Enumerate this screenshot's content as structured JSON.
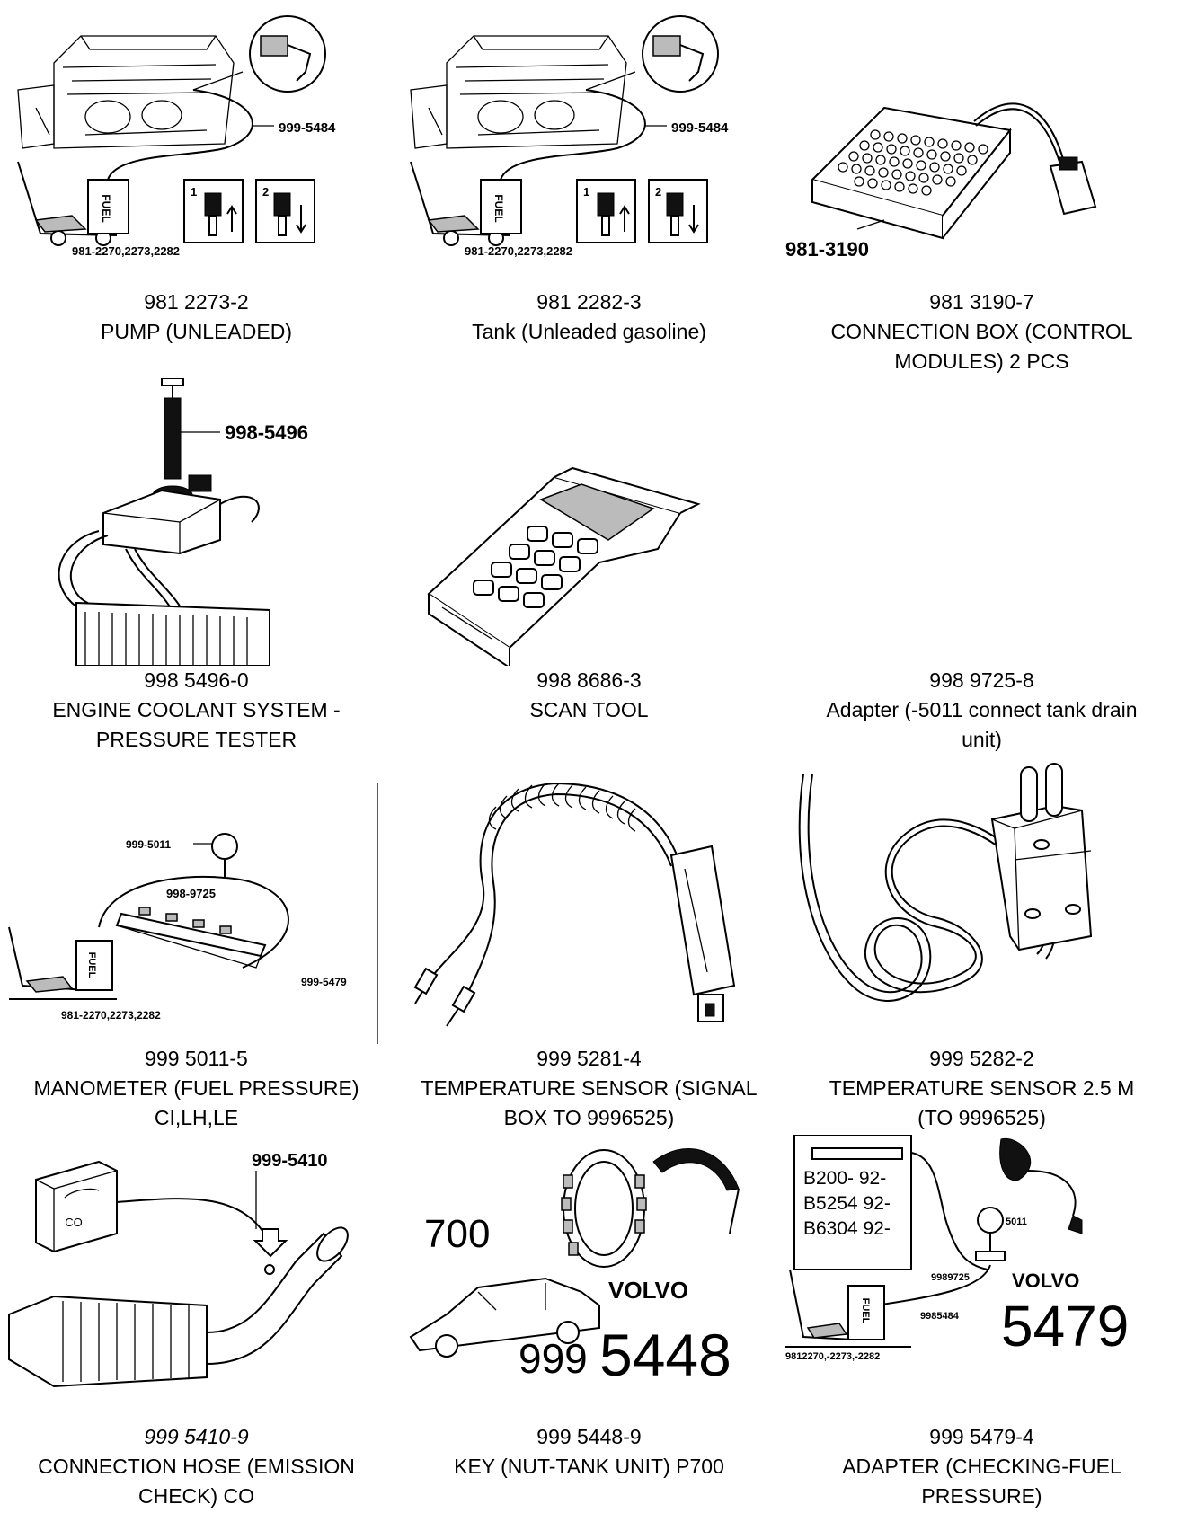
{
  "items": [
    {
      "part_number": "981 2273-2",
      "desc_lines": [
        "PUMP (UNLEADED)"
      ],
      "labels": {
        "hose": "999-5484",
        "base": "981-2270,2273,2282",
        "can": "FUEL",
        "step1": "1",
        "step2": "2"
      }
    },
    {
      "part_number": "981 2282-3",
      "desc_lines": [
        "Tank (Unleaded gasoline)"
      ],
      "labels": {
        "hose": "999-5484",
        "base": "981-2270,2273,2282",
        "can": "FUEL",
        "step1": "1",
        "step2": "2"
      }
    },
    {
      "part_number": "981 3190-7",
      "desc_lines": [
        "CONNECTION BOX (CONTROL",
        "MODULES) 2 PCS"
      ],
      "labels": {
        "box": "981-3190"
      }
    },
    {
      "part_number": "998 5496-0",
      "desc_lines": [
        "ENGINE COOLANT SYSTEM -",
        "PRESSURE TESTER"
      ],
      "labels": {
        "tester": "998-5496"
      }
    },
    {
      "part_number": "998 8686-3",
      "desc_lines": [
        "SCAN TOOL"
      ],
      "labels": {}
    },
    {
      "part_number": "998 9725-8",
      "desc_lines": [
        "Adapter (-5011 connect tank drain",
        "unit)"
      ],
      "labels": {}
    },
    {
      "part_number": "999 5011-5",
      "desc_lines": [
        "MANOMETER (FUEL PRESSURE)",
        "CI,LH,LE"
      ],
      "labels": {
        "gauge": "999-5011",
        "adapter": "998-9725",
        "hose": "999-5479",
        "base": "981-2270,2273,2282",
        "can": "FUEL"
      }
    },
    {
      "part_number": "999 5281-4",
      "desc_lines": [
        "TEMPERATURE SENSOR (SIGNAL",
        "BOX TO 9996525)"
      ],
      "labels": {}
    },
    {
      "part_number": "999 5282-2",
      "desc_lines": [
        "TEMPERATURE SENSOR 2.5 M",
        "(TO 9996525)"
      ],
      "labels": {}
    },
    {
      "part_number": "999 5410-9",
      "desc_lines": [
        "CONNECTION HOSE (EMISSION",
        "CHECK) CO"
      ],
      "labels": {
        "hose": "999-5410",
        "meter": "CO"
      }
    },
    {
      "part_number": "999 5448-9",
      "desc_lines": [
        "KEY (NUT-TANK UNIT) P700"
      ],
      "labels": {
        "model": "700",
        "brand": "VOLVO",
        "prefix": "999",
        "number": "5448"
      }
    },
    {
      "part_number": "999 5479-4",
      "desc_lines": [
        "ADAPTER (CHECKING-FUEL",
        "PRESSURE)"
      ],
      "labels": {
        "engine1": "B200- 92-",
        "engine2": "B5254 92-",
        "engine3": "B6304 92-",
        "gauge": "5011",
        "adapter": "9989725",
        "hose": "9985484",
        "base": "9812270,-2273,-2282",
        "can": "FUEL",
        "brand": "VOLVO",
        "number": "5479"
      }
    }
  ]
}
